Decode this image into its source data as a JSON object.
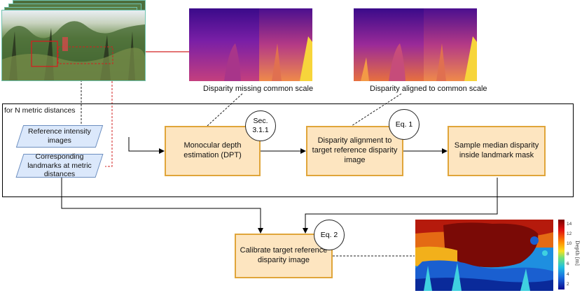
{
  "panel": {
    "label": "for N metric distances"
  },
  "inputs": {
    "reference": "Reference intensity images",
    "landmarks": "Corresponding landmarks at metric distances"
  },
  "steps": {
    "depth": "Monocular depth estimation (DPT)",
    "align": "Disparity alignment to target reference disparity image",
    "sample": "Sample median disparity inside landmark mask",
    "calibrate": "Calibrate target reference disparity image"
  },
  "refs": {
    "sec": "Sec. 3.1.1",
    "eq1": "Eq. 1",
    "eq2": "Eq. 2"
  },
  "captions": {
    "missing": "Disparity missing common scale",
    "aligned": "Disparity aligned to common scale"
  },
  "colorbar": {
    "label": "Depth [m]",
    "ticks": [
      "14",
      "12",
      "10",
      "8",
      "6",
      "4",
      "2"
    ]
  },
  "colors": {
    "box_fill": "#fde5c0",
    "box_border": "#e0a53a",
    "input_fill": "#dbe8fb",
    "input_border": "#6c8ebf",
    "photo_frame": "#6fc3b0",
    "link_red": "#d22020"
  }
}
